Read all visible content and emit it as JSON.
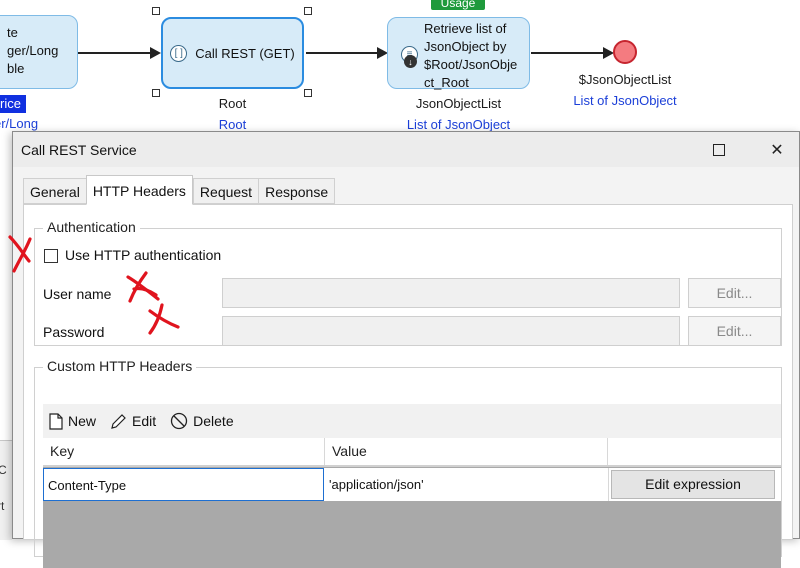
{
  "microflow": {
    "left_node_lines": [
      "te",
      "ger/Long",
      "ble"
    ],
    "left_badge": "rice",
    "left_sublabel": "er/Long",
    "call_node": {
      "label": "Call REST (GET)",
      "icon": "rest-call-icon",
      "name": "Root",
      "type": "Root"
    },
    "retrieve_node": {
      "lines": [
        "Retrieve list of",
        "JsonObject by",
        "$Root/JsonObje",
        "ct_Root"
      ],
      "icon": "list-icon",
      "name": "JsonObjectList",
      "type": "List of JsonObject"
    },
    "usage_badge": "Usage",
    "end_event": {
      "name": "$JsonObjectList",
      "type": "List of JsonObject"
    },
    "colors": {
      "node_fill": "#d7ebf8",
      "node_border": "#7fbbe6",
      "selected_border": "#2b8ce0",
      "end_fill": "#f47b80",
      "end_border": "#c6252f",
      "link_blue": "#1b3fd8",
      "usage_green": "#1f9a3c"
    }
  },
  "background": {
    "strip_letters": [
      "C",
      "rt"
    ]
  },
  "dialog": {
    "title": "Call REST Service",
    "tabs": [
      {
        "label": "General",
        "active": false
      },
      {
        "label": "HTTP Headers",
        "active": true
      },
      {
        "label": "Request",
        "active": false
      },
      {
        "label": "Response",
        "active": false
      }
    ],
    "auth": {
      "group_title": "Authentication",
      "use_http_auth_label": "Use HTTP authentication",
      "use_http_auth_checked": false,
      "username_label": "User name",
      "username_value": "",
      "password_label": "Password",
      "password_value": "",
      "edit_label": "Edit..."
    },
    "headers": {
      "group_title": "Custom HTTP Headers",
      "toolbar": {
        "new_label": "New",
        "edit_label": "Edit",
        "delete_label": "Delete"
      },
      "columns": [
        "Key",
        "Value",
        ""
      ],
      "rows": [
        {
          "key": "Content-Type",
          "value": "'application/json'",
          "action": "Edit expression"
        }
      ]
    }
  },
  "annotations": {
    "color": "#e0141e",
    "marks": [
      "x-mark",
      "x-mark",
      "x-mark"
    ]
  }
}
